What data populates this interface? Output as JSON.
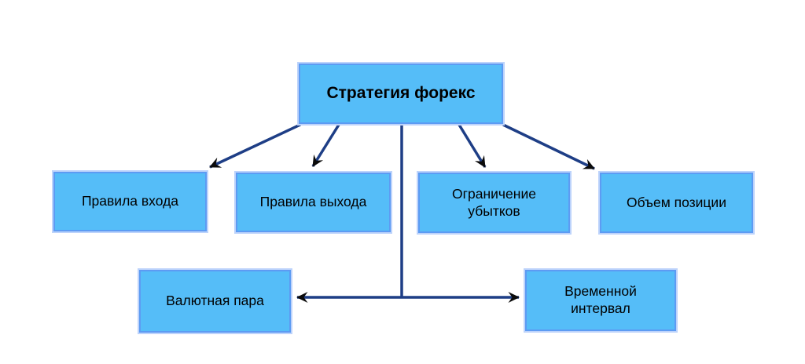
{
  "diagram": {
    "title": "Стратегия форекс",
    "root": {
      "id": "strategy",
      "label": "Стратегия форекс"
    },
    "nodes": [
      {
        "id": "entry-rules",
        "label": "Правила входа"
      },
      {
        "id": "exit-rules",
        "label": "Правила выхода"
      },
      {
        "id": "loss-limit",
        "label": "Ограничение убытков"
      },
      {
        "id": "position-size",
        "label": "Объем позиции"
      },
      {
        "id": "currency-pair",
        "label": "Валютная пара"
      },
      {
        "id": "time-interval",
        "label": "Временной интервал"
      }
    ],
    "edges": [
      {
        "from": "strategy",
        "to": "entry-rules",
        "arrow": true
      },
      {
        "from": "strategy",
        "to": "exit-rules",
        "arrow": true
      },
      {
        "from": "strategy",
        "to": "loss-limit",
        "arrow": true
      },
      {
        "from": "strategy",
        "to": "position-size",
        "arrow": true
      },
      {
        "from": "strategy",
        "to": "currency-pair",
        "arrow": true
      },
      {
        "from": "strategy",
        "to": "time-interval",
        "arrow": true
      }
    ]
  },
  "colors": {
    "node_fill": "#55BDF8",
    "node_border": "#5D9BF3",
    "node_border_outer": "#BDD3FB",
    "arrow_line": "#1E3E86",
    "arrow_head": "#0B0B0B",
    "text": "#000000",
    "background": "#FFFFFF"
  }
}
